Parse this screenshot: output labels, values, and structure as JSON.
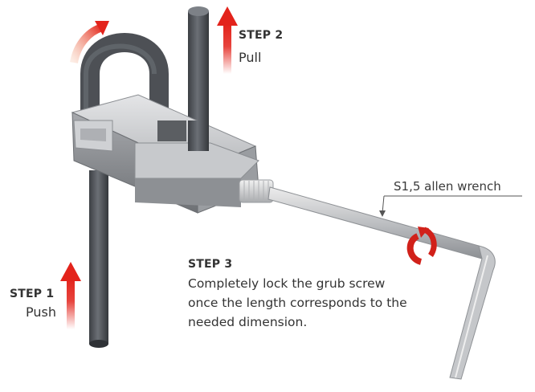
{
  "steps": {
    "step1": {
      "title": "STEP 1",
      "text": "Push"
    },
    "step2": {
      "title": "STEP 2",
      "text": "Pull"
    },
    "step3": {
      "title": "STEP 3",
      "lines": [
        "Completely lock the grub screw",
        "once the length corresponds to the",
        "needed dimension."
      ]
    }
  },
  "callout": {
    "label": "S1,5 allen wrench"
  },
  "colors": {
    "arrow_red": "#e3231b",
    "metal_dark": "#4a4d52",
    "metal_light": "#c9cbce",
    "text": "#333333"
  },
  "icons": {
    "push_arrow": "arrow-up-gradient",
    "pull_arrow": "arrow-up-gradient",
    "lift_arrow": "curved-arrow",
    "rotate_arrow": "rotation-arrow"
  }
}
